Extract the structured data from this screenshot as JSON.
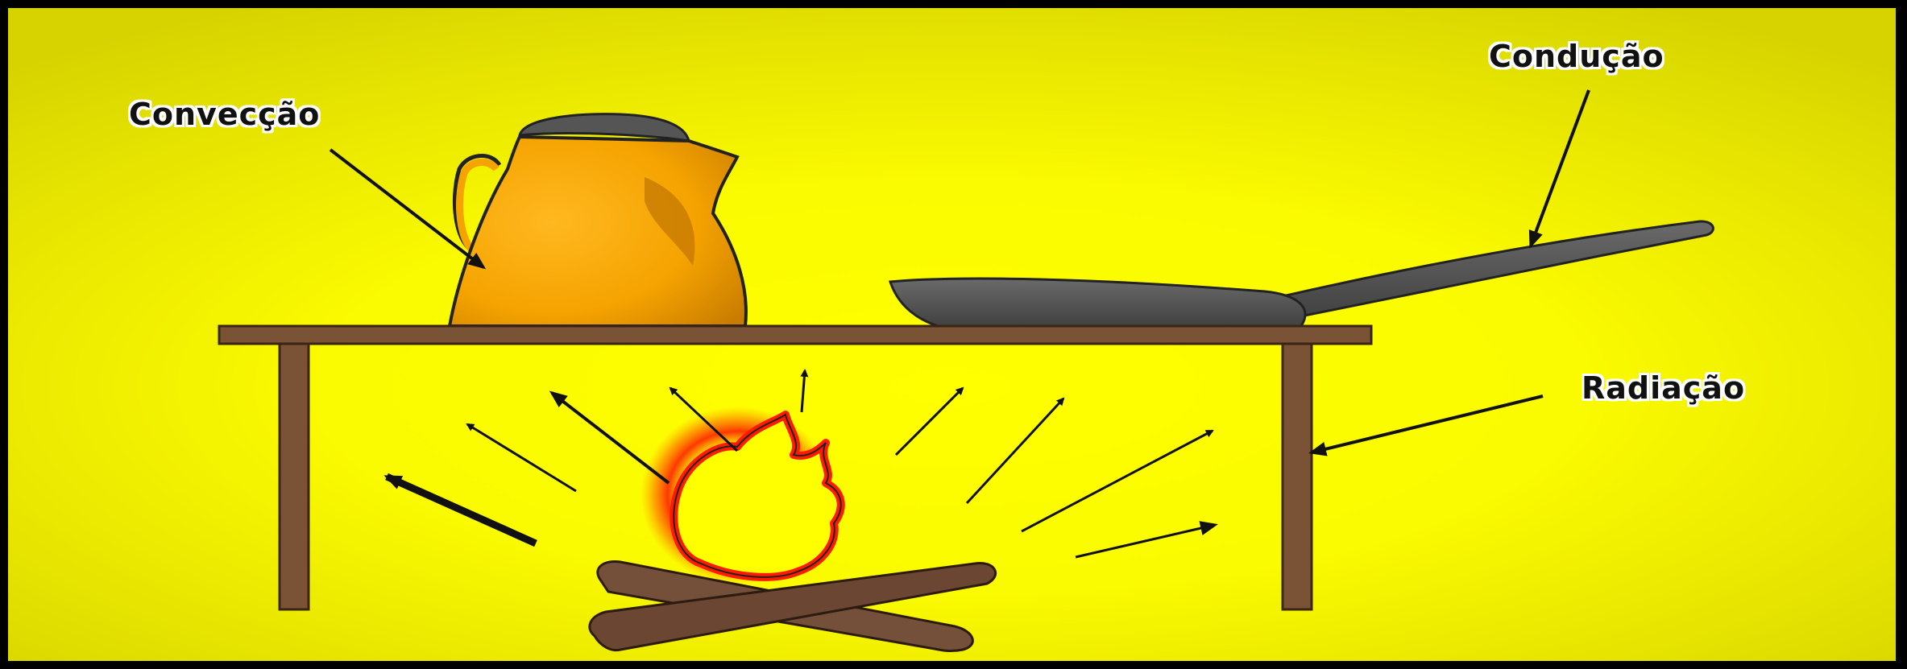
{
  "labels": {
    "convection": "Convecção",
    "conduction": "Condução",
    "radiation": "Radiação"
  },
  "colors": {
    "background": "#ffff00",
    "frame": "#000000",
    "kettle": "#f5a300",
    "pan": "#505050",
    "table": "#7a5236",
    "flame": "#ff1a00",
    "wood": "#74503a"
  },
  "icons": [
    "kettle-icon",
    "frying-pan-icon",
    "table-icon",
    "campfire-icon",
    "flame-icon",
    "log-icon",
    "arrow-icon"
  ]
}
